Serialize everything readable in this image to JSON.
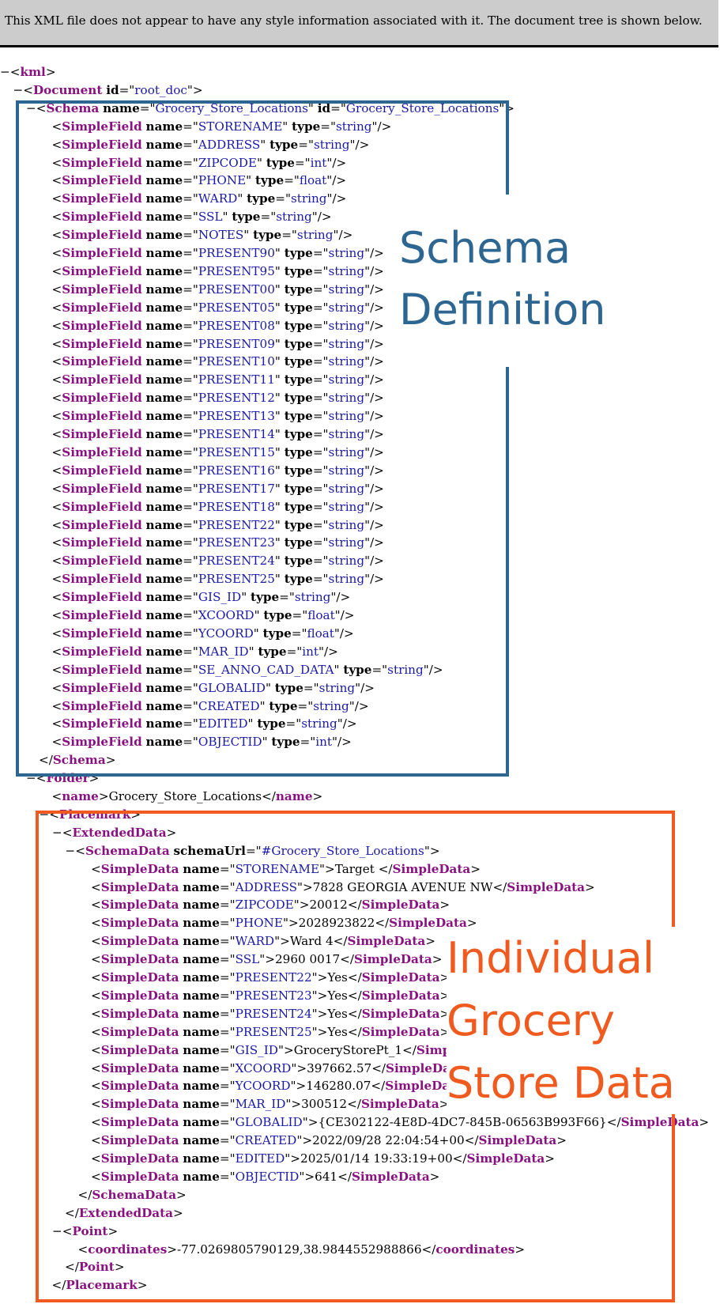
{
  "banner": {
    "text": "This XML file does not appear to have any style information associated with it. The document tree is shown below."
  },
  "toggle_symbol": "−",
  "annotations": {
    "schema_label_line1": "Schema",
    "schema_label_line2": "Definition",
    "data_label_line1": "Individual",
    "data_label_line2": "Grocery",
    "data_label_line3": "Store Data",
    "schema_color": "#2d6691",
    "data_color": "#f05a1e"
  },
  "syntax_colors": {
    "tag": "#881280",
    "value": "#1a1aa6",
    "banner_bg": "#cccccc"
  },
  "tree": [
    {
      "indent": 0,
      "toggle": true,
      "open": "kml"
    },
    {
      "indent": 1,
      "toggle": true,
      "open": "Document",
      "attrs": [
        [
          "id",
          "root_doc"
        ]
      ]
    },
    {
      "indent": 2,
      "toggle": true,
      "open": "Schema",
      "attrs": [
        [
          "name",
          "Grocery_Store_Locations"
        ],
        [
          "id",
          "Grocery_Store_Locations"
        ]
      ]
    },
    {
      "indent": 3,
      "self": "SimpleField",
      "attrs": [
        [
          "name",
          "STORENAME"
        ],
        [
          "type",
          "string"
        ]
      ]
    },
    {
      "indent": 3,
      "self": "SimpleField",
      "attrs": [
        [
          "name",
          "ADDRESS"
        ],
        [
          "type",
          "string"
        ]
      ]
    },
    {
      "indent": 3,
      "self": "SimpleField",
      "attrs": [
        [
          "name",
          "ZIPCODE"
        ],
        [
          "type",
          "int"
        ]
      ]
    },
    {
      "indent": 3,
      "self": "SimpleField",
      "attrs": [
        [
          "name",
          "PHONE"
        ],
        [
          "type",
          "float"
        ]
      ]
    },
    {
      "indent": 3,
      "self": "SimpleField",
      "attrs": [
        [
          "name",
          "WARD"
        ],
        [
          "type",
          "string"
        ]
      ]
    },
    {
      "indent": 3,
      "self": "SimpleField",
      "attrs": [
        [
          "name",
          "SSL"
        ],
        [
          "type",
          "string"
        ]
      ]
    },
    {
      "indent": 3,
      "self": "SimpleField",
      "attrs": [
        [
          "name",
          "NOTES"
        ],
        [
          "type",
          "string"
        ]
      ]
    },
    {
      "indent": 3,
      "self": "SimpleField",
      "attrs": [
        [
          "name",
          "PRESENT90"
        ],
        [
          "type",
          "string"
        ]
      ]
    },
    {
      "indent": 3,
      "self": "SimpleField",
      "attrs": [
        [
          "name",
          "PRESENT95"
        ],
        [
          "type",
          "string"
        ]
      ]
    },
    {
      "indent": 3,
      "self": "SimpleField",
      "attrs": [
        [
          "name",
          "PRESENT00"
        ],
        [
          "type",
          "string"
        ]
      ]
    },
    {
      "indent": 3,
      "self": "SimpleField",
      "attrs": [
        [
          "name",
          "PRESENT05"
        ],
        [
          "type",
          "string"
        ]
      ]
    },
    {
      "indent": 3,
      "self": "SimpleField",
      "attrs": [
        [
          "name",
          "PRESENT08"
        ],
        [
          "type",
          "string"
        ]
      ]
    },
    {
      "indent": 3,
      "self": "SimpleField",
      "attrs": [
        [
          "name",
          "PRESENT09"
        ],
        [
          "type",
          "string"
        ]
      ]
    },
    {
      "indent": 3,
      "self": "SimpleField",
      "attrs": [
        [
          "name",
          "PRESENT10"
        ],
        [
          "type",
          "string"
        ]
      ]
    },
    {
      "indent": 3,
      "self": "SimpleField",
      "attrs": [
        [
          "name",
          "PRESENT11"
        ],
        [
          "type",
          "string"
        ]
      ]
    },
    {
      "indent": 3,
      "self": "SimpleField",
      "attrs": [
        [
          "name",
          "PRESENT12"
        ],
        [
          "type",
          "string"
        ]
      ]
    },
    {
      "indent": 3,
      "self": "SimpleField",
      "attrs": [
        [
          "name",
          "PRESENT13"
        ],
        [
          "type",
          "string"
        ]
      ]
    },
    {
      "indent": 3,
      "self": "SimpleField",
      "attrs": [
        [
          "name",
          "PRESENT14"
        ],
        [
          "type",
          "string"
        ]
      ]
    },
    {
      "indent": 3,
      "self": "SimpleField",
      "attrs": [
        [
          "name",
          "PRESENT15"
        ],
        [
          "type",
          "string"
        ]
      ]
    },
    {
      "indent": 3,
      "self": "SimpleField",
      "attrs": [
        [
          "name",
          "PRESENT16"
        ],
        [
          "type",
          "string"
        ]
      ]
    },
    {
      "indent": 3,
      "self": "SimpleField",
      "attrs": [
        [
          "name",
          "PRESENT17"
        ],
        [
          "type",
          "string"
        ]
      ]
    },
    {
      "indent": 3,
      "self": "SimpleField",
      "attrs": [
        [
          "name",
          "PRESENT18"
        ],
        [
          "type",
          "string"
        ]
      ]
    },
    {
      "indent": 3,
      "self": "SimpleField",
      "attrs": [
        [
          "name",
          "PRESENT22"
        ],
        [
          "type",
          "string"
        ]
      ]
    },
    {
      "indent": 3,
      "self": "SimpleField",
      "attrs": [
        [
          "name",
          "PRESENT23"
        ],
        [
          "type",
          "string"
        ]
      ]
    },
    {
      "indent": 3,
      "self": "SimpleField",
      "attrs": [
        [
          "name",
          "PRESENT24"
        ],
        [
          "type",
          "string"
        ]
      ]
    },
    {
      "indent": 3,
      "self": "SimpleField",
      "attrs": [
        [
          "name",
          "PRESENT25"
        ],
        [
          "type",
          "string"
        ]
      ]
    },
    {
      "indent": 3,
      "self": "SimpleField",
      "attrs": [
        [
          "name",
          "GIS_ID"
        ],
        [
          "type",
          "string"
        ]
      ]
    },
    {
      "indent": 3,
      "self": "SimpleField",
      "attrs": [
        [
          "name",
          "XCOORD"
        ],
        [
          "type",
          "float"
        ]
      ]
    },
    {
      "indent": 3,
      "self": "SimpleField",
      "attrs": [
        [
          "name",
          "YCOORD"
        ],
        [
          "type",
          "float"
        ]
      ]
    },
    {
      "indent": 3,
      "self": "SimpleField",
      "attrs": [
        [
          "name",
          "MAR_ID"
        ],
        [
          "type",
          "int"
        ]
      ]
    },
    {
      "indent": 3,
      "self": "SimpleField",
      "attrs": [
        [
          "name",
          "SE_ANNO_CAD_DATA"
        ],
        [
          "type",
          "string"
        ]
      ]
    },
    {
      "indent": 3,
      "self": "SimpleField",
      "attrs": [
        [
          "name",
          "GLOBALID"
        ],
        [
          "type",
          "string"
        ]
      ]
    },
    {
      "indent": 3,
      "self": "SimpleField",
      "attrs": [
        [
          "name",
          "CREATED"
        ],
        [
          "type",
          "string"
        ]
      ]
    },
    {
      "indent": 3,
      "self": "SimpleField",
      "attrs": [
        [
          "name",
          "EDITED"
        ],
        [
          "type",
          "string"
        ]
      ]
    },
    {
      "indent": 3,
      "self": "SimpleField",
      "attrs": [
        [
          "name",
          "OBJECTID"
        ],
        [
          "type",
          "int"
        ]
      ]
    },
    {
      "indent": 2,
      "close": "Schema"
    },
    {
      "indent": 2,
      "toggle": true,
      "open": "Folder"
    },
    {
      "indent": 3,
      "elem": "name",
      "text": "Grocery_Store_Locations"
    },
    {
      "indent": 3,
      "toggle": true,
      "open": "Placemark"
    },
    {
      "indent": 4,
      "toggle": true,
      "open": "ExtendedData"
    },
    {
      "indent": 5,
      "toggle": true,
      "open": "SchemaData",
      "attrs": [
        [
          "schemaUrl",
          "#Grocery_Store_Locations"
        ]
      ]
    },
    {
      "indent": 6,
      "elem": "SimpleData",
      "attrs": [
        [
          "name",
          "STORENAME"
        ]
      ],
      "text": "Target "
    },
    {
      "indent": 6,
      "elem": "SimpleData",
      "attrs": [
        [
          "name",
          "ADDRESS"
        ]
      ],
      "text": "7828 GEORGIA AVENUE NW"
    },
    {
      "indent": 6,
      "elem": "SimpleData",
      "attrs": [
        [
          "name",
          "ZIPCODE"
        ]
      ],
      "text": "20012"
    },
    {
      "indent": 6,
      "elem": "SimpleData",
      "attrs": [
        [
          "name",
          "PHONE"
        ]
      ],
      "text": "2028923822"
    },
    {
      "indent": 6,
      "elem": "SimpleData",
      "attrs": [
        [
          "name",
          "WARD"
        ]
      ],
      "text": "Ward 4"
    },
    {
      "indent": 6,
      "elem": "SimpleData",
      "attrs": [
        [
          "name",
          "SSL"
        ]
      ],
      "text": "2960 0017"
    },
    {
      "indent": 6,
      "elem": "SimpleData",
      "attrs": [
        [
          "name",
          "PRESENT22"
        ]
      ],
      "text": "Yes"
    },
    {
      "indent": 6,
      "elem": "SimpleData",
      "attrs": [
        [
          "name",
          "PRESENT23"
        ]
      ],
      "text": "Yes"
    },
    {
      "indent": 6,
      "elem": "SimpleData",
      "attrs": [
        [
          "name",
          "PRESENT24"
        ]
      ],
      "text": "Yes"
    },
    {
      "indent": 6,
      "elem": "SimpleData",
      "attrs": [
        [
          "name",
          "PRESENT25"
        ]
      ],
      "text": "Yes"
    },
    {
      "indent": 6,
      "elem": "SimpleData",
      "attrs": [
        [
          "name",
          "GIS_ID"
        ]
      ],
      "text": "GroceryStorePt_1"
    },
    {
      "indent": 6,
      "elem": "SimpleData",
      "attrs": [
        [
          "name",
          "XCOORD"
        ]
      ],
      "text": "397662.57"
    },
    {
      "indent": 6,
      "elem": "SimpleData",
      "attrs": [
        [
          "name",
          "YCOORD"
        ]
      ],
      "text": "146280.07"
    },
    {
      "indent": 6,
      "elem": "SimpleData",
      "attrs": [
        [
          "name",
          "MAR_ID"
        ]
      ],
      "text": "300512"
    },
    {
      "indent": 6,
      "elem": "SimpleData",
      "attrs": [
        [
          "name",
          "GLOBALID"
        ]
      ],
      "text": "{CE302122-4E8D-4DC7-845B-06563B993F66}"
    },
    {
      "indent": 6,
      "elem": "SimpleData",
      "attrs": [
        [
          "name",
          "CREATED"
        ]
      ],
      "text": "2022/09/28 22:04:54+00"
    },
    {
      "indent": 6,
      "elem": "SimpleData",
      "attrs": [
        [
          "name",
          "EDITED"
        ]
      ],
      "text": "2025/01/14 19:33:19+00"
    },
    {
      "indent": 6,
      "elem": "SimpleData",
      "attrs": [
        [
          "name",
          "OBJECTID"
        ]
      ],
      "text": "641"
    },
    {
      "indent": 5,
      "close": "SchemaData"
    },
    {
      "indent": 4,
      "close": "ExtendedData"
    },
    {
      "indent": 4,
      "toggle": true,
      "open": "Point"
    },
    {
      "indent": 5,
      "elem": "coordinates",
      "text": "-77.0269805790129,38.9844552988866"
    },
    {
      "indent": 4,
      "close": "Point"
    },
    {
      "indent": 3,
      "close": "Placemark"
    }
  ]
}
